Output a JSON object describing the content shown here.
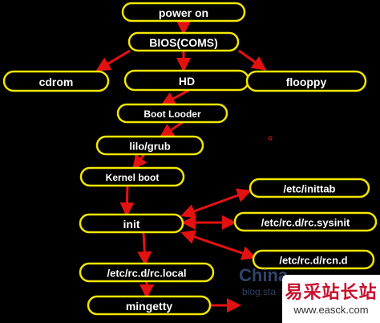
{
  "nodes": [
    {
      "id": "power-on",
      "label": "power on"
    },
    {
      "id": "bios",
      "label": "BIOS(COMS)"
    },
    {
      "id": "cdrom",
      "label": "cdrom"
    },
    {
      "id": "hd",
      "label": "HD"
    },
    {
      "id": "floppy",
      "label": "flooppy"
    },
    {
      "id": "boot-loader",
      "label": "Boot Looder"
    },
    {
      "id": "lilo-grub",
      "label": "lilo/grub"
    },
    {
      "id": "kernel-boot",
      "label": "Kernel boot"
    },
    {
      "id": "init",
      "label": "init"
    },
    {
      "id": "inittab",
      "label": "/etc/inittab"
    },
    {
      "id": "rc-sysinit",
      "label": "/etc/rc.d/rc.sysinit"
    },
    {
      "id": "rcn-d",
      "label": "/etc/rc.d/rcn.d"
    },
    {
      "id": "rc-local",
      "label": "/etc/rc.d/rc.local"
    },
    {
      "id": "mingetty",
      "label": "mingetty"
    }
  ],
  "edges": [
    {
      "from": "power-on",
      "to": "bios"
    },
    {
      "from": "bios",
      "to": "cdrom"
    },
    {
      "from": "bios",
      "to": "hd"
    },
    {
      "from": "bios",
      "to": "floppy"
    },
    {
      "from": "hd",
      "to": "boot-loader"
    },
    {
      "from": "boot-loader",
      "to": "lilo-grub"
    },
    {
      "from": "lilo-grub",
      "to": "kernel-boot"
    },
    {
      "from": "kernel-boot",
      "to": "init"
    },
    {
      "from": "init",
      "to": "inittab",
      "bidirectional": true
    },
    {
      "from": "init",
      "to": "rc-sysinit",
      "bidirectional": true
    },
    {
      "from": "init",
      "to": "rcn-d",
      "bidirectional": true
    },
    {
      "from": "init",
      "to": "rc-local"
    },
    {
      "from": "rc-local",
      "to": "mingetty"
    },
    {
      "from": "mingetty",
      "to": "login"
    }
  ],
  "colors": {
    "background": "#000000",
    "node_border": "#f2e600",
    "node_text": "#ffffff",
    "arrow": "#e41111"
  },
  "watermark": {
    "brand": "China",
    "sub": "blog.sta",
    "cn_text": "易采站长站",
    "url": "www.easck.com"
  }
}
